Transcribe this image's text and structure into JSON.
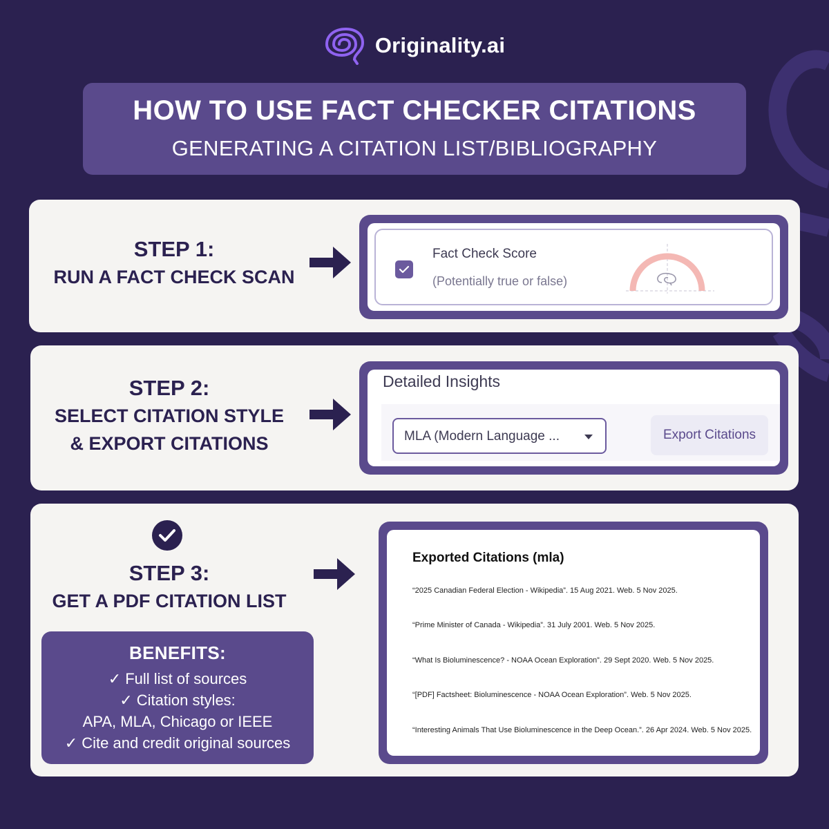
{
  "brand": {
    "name": "Originality.ai",
    "logo_icon": "brain-swirl-icon"
  },
  "header": {
    "title": "HOW TO USE FACT CHECKER CITATIONS",
    "subtitle": "GENERATING A CITATION LIST/BIBLIOGRAPHY"
  },
  "steps": [
    {
      "title": "STEP 1:",
      "lines": [
        "RUN A FACT CHECK SCAN"
      ],
      "widget": {
        "checkbox_checked": true,
        "label": "Fact Check Score",
        "sublabel": "(Potentially true or false)"
      }
    },
    {
      "title": "STEP 2:",
      "lines": [
        "SELECT CITATION STYLE",
        "& EXPORT CITATIONS"
      ],
      "widget": {
        "panel_title": "Detailed Insights",
        "select_value": "MLA (Modern Language ...",
        "button_label": "Export Citations"
      }
    },
    {
      "title": "STEP 3:",
      "lines": [
        "GET A PDF CITATION LIST"
      ],
      "widget": {
        "title": "Exported Citations (mla)",
        "entries": [
          "“2025 Canadian Federal Election - Wikipedia”. 15 Aug 2021. Web. 5 Nov 2025.",
          "“Prime Minister of Canada - Wikipedia”. 31 July 2001. Web. 5 Nov 2025.",
          "“What Is Bioluminescence? - NOAA Ocean Exploration”. 29 Sept 2020. Web. 5 Nov 2025.",
          "“[PDF] Factsheet: Bioluminescence - NOAA Ocean Exploration”. Web. 5 Nov 2025.",
          "“Interesting Animals That Use Bioluminescence in the Deep Ocean.”. 26 Apr 2024. Web. 5 Nov 2025."
        ]
      }
    }
  ],
  "benefits": {
    "title": "BENEFITS:",
    "items": [
      "✓ Full list of sources",
      "✓ Citation styles:",
      "APA, MLA, Chicago or IEEE",
      "✓ Cite and credit original sources"
    ]
  },
  "colors": {
    "background": "#2b2150",
    "accent_purple": "#5a4a8c",
    "card": "#f5f4f2",
    "gauge": "#f4b8b4"
  }
}
